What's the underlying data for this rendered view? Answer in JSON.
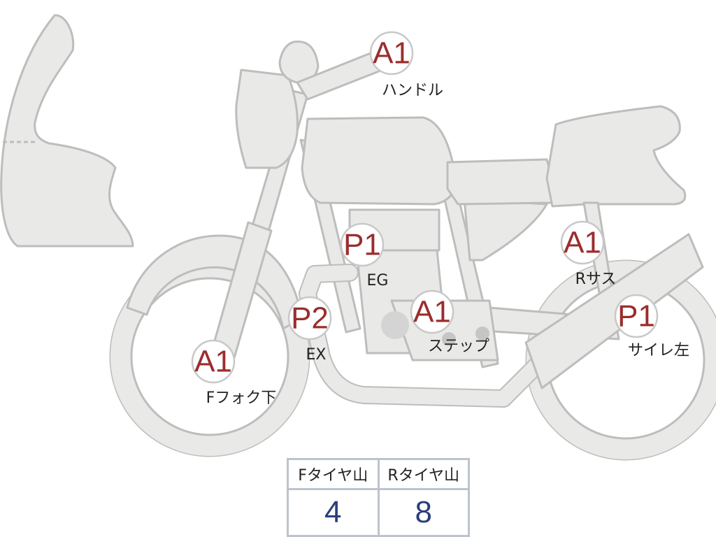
{
  "badges": [
    {
      "id": "handle",
      "code": "A1",
      "label": "ハンドル",
      "color": "#9b2d2d"
    },
    {
      "id": "eg",
      "code": "P1",
      "label": "EG",
      "color": "#9b2d2d"
    },
    {
      "id": "r-sus",
      "code": "A1",
      "label": "Rサス",
      "color": "#9b2d2d"
    },
    {
      "id": "ex",
      "code": "P2",
      "label": "EX",
      "color": "#9b2d2d"
    },
    {
      "id": "step",
      "code": "A1",
      "label": "ステップ",
      "color": "#9b2d2d"
    },
    {
      "id": "silencer-left",
      "code": "P1",
      "label": "サイレ左",
      "color": "#9b2d2d"
    },
    {
      "id": "f-fork-lower",
      "code": "A1",
      "label": "Fフォク下",
      "color": "#9b2d2d"
    }
  ],
  "tire_table": {
    "headers": [
      "Fタイヤ山",
      "Rタイヤ山"
    ],
    "values": [
      "4",
      "8"
    ],
    "value_color": "#2a3f7a"
  }
}
